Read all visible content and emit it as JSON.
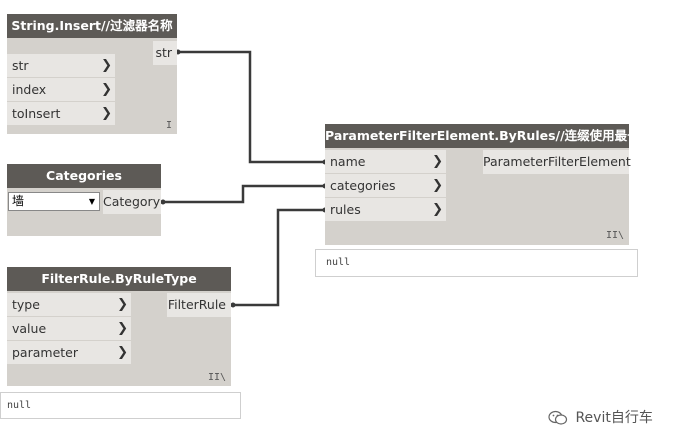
{
  "nodes": {
    "string_insert": {
      "title": "String.Insert//过滤器名称",
      "inputs": [
        "str",
        "index",
        "toInsert"
      ],
      "output": "str",
      "lacing": "I"
    },
    "categories": {
      "title": "Categories",
      "selected": "墙",
      "output": "Category"
    },
    "filter_rule": {
      "title": "FilterRule.ByRuleType",
      "inputs": [
        "type",
        "value",
        "parameter"
      ],
      "output": "FilterRule",
      "lacing": "II\\",
      "preview": "null"
    },
    "param_filter": {
      "title": "ParameterFilterElement.ByRules//连缀使用最长",
      "inputs": [
        "name",
        "categories",
        "rules"
      ],
      "output": "ParameterFilterElement",
      "lacing": "II\\",
      "preview": "null"
    }
  },
  "watermark": "Revit自行车",
  "colors": {
    "canvas": "#ffffff",
    "node_body": "#d4d1cc",
    "node_title": "#5d5a56",
    "port": "#e8e6e3",
    "wire": "#3a3a3a"
  }
}
